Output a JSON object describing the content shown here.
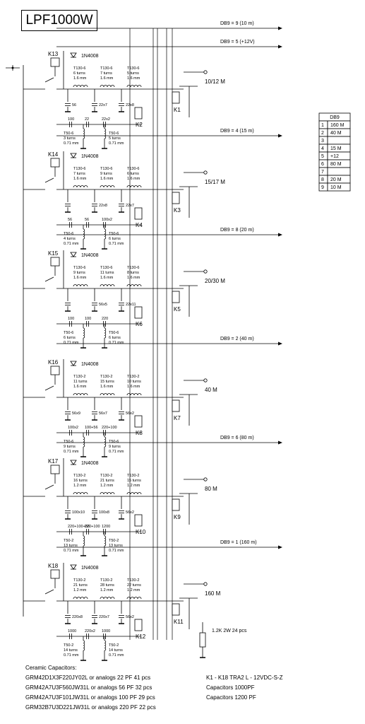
{
  "title": "LPF1000W",
  "diode_label": "1N4008",
  "bands": [
    {
      "relay_in": "K13",
      "db9": "DB9  = 9 (10 m)",
      "db9b": "DB9  = 5 (+12V)",
      "out": "10/12 M",
      "relay_a": "K1",
      "relay_b": "K2",
      "toroids": [
        {
          "t": "T130-6",
          "n": "6 turns",
          "d": "1.6 mm"
        },
        {
          "t": "T130-6",
          "n": "7 turns",
          "d": "1.6 mm"
        },
        {
          "t": "T130-6",
          "n": "5 turns",
          "d": "1.6 mm"
        }
      ],
      "caps_top": [
        "56",
        "22x7",
        "22x8"
      ],
      "caps_bot": [
        "100",
        "22",
        "22x2"
      ],
      "small": [
        {
          "t": "T50-6",
          "n": "3 turns",
          "d": "0.71 mm"
        },
        {
          "t": "T50-6",
          "n": "5 turns",
          "d": "0.71 mm"
        }
      ]
    },
    {
      "relay_in": "K14",
      "db9": "DB9  = 4 (15 m)",
      "out": "15/17 M",
      "relay_a": "K3",
      "relay_b": "K4",
      "toroids": [
        {
          "t": "T130-6",
          "n": "7 turns",
          "d": "1.6 mm"
        },
        {
          "t": "T130-6",
          "n": "9 turns",
          "d": "1.6 mm"
        },
        {
          "t": "T130-6",
          "n": "6 turns",
          "d": "1.6 mm"
        }
      ],
      "caps_top": [
        "",
        "22x8",
        "22x7"
      ],
      "caps_bot": [
        "56",
        "56",
        "100x2"
      ],
      "small": [
        {
          "t": "T50-6",
          "n": "4 turns",
          "d": "0.71 mm"
        },
        {
          "t": "T50-6",
          "n": "6 turns",
          "d": "0.71 mm"
        }
      ]
    },
    {
      "relay_in": "K15",
      "db9": "DB9  = 8 (20 m)",
      "out": "20/30 M",
      "relay_a": "K5",
      "relay_b": "K6",
      "toroids": [
        {
          "t": "T130-6",
          "n": "9 turns",
          "d": "1.6 mm"
        },
        {
          "t": "T130-6",
          "n": "11 turns",
          "d": "1.6 mm"
        },
        {
          "t": "T130-6",
          "n": "8 turns",
          "d": "1.6 mm"
        }
      ],
      "caps_top": [
        "",
        "56x5",
        "22x11"
      ],
      "caps_bot": [
        "100",
        "100",
        "220"
      ],
      "small": [
        {
          "t": "T50-6",
          "n": "6 turns",
          "d": "0.71 mm"
        },
        {
          "t": "T50-6",
          "n": "6 turns",
          "d": "0.71 mm"
        }
      ]
    },
    {
      "relay_in": "K16",
      "db9": "DB9  = 2 (40 m)",
      "out": "40 M",
      "relay_a": "K7",
      "relay_b": "K8",
      "toroids": [
        {
          "t": "T130-2",
          "n": "11 turns",
          "d": "1.6 mm"
        },
        {
          "t": "T130-2",
          "n": "15 turns",
          "d": "1.6 mm"
        },
        {
          "t": "T130-2",
          "n": "10 turns",
          "d": "1.6 mm"
        }
      ],
      "caps_top": [
        "56x9",
        "56x7",
        "56x2"
      ],
      "caps_bot": [
        "100x2",
        "100+56",
        "220+100"
      ],
      "small": [
        {
          "t": "T50-6",
          "n": "9 turns",
          "d": "0.71 mm"
        },
        {
          "t": "T50-6",
          "n": "9 turns",
          "d": "0.71 mm"
        }
      ]
    },
    {
      "relay_in": "K17",
      "db9": "DB9  = 6 (80 m)",
      "out": "80 M",
      "relay_a": "K9",
      "relay_b": "K10",
      "toroids": [
        {
          "t": "T130-2",
          "n": "16 turns",
          "d": "1.2 mm"
        },
        {
          "t": "T130-2",
          "n": "21 turns",
          "d": "1.2 mm"
        },
        {
          "t": "T130-2",
          "n": "15 turns",
          "d": "1.2 mm"
        }
      ],
      "caps_top": [
        "100x10",
        "100x8",
        "56x2"
      ],
      "caps_bot": [
        "220+100+56",
        "220+100",
        "1200"
      ],
      "small": [
        {
          "t": "T50-2",
          "n": "13 turns",
          "d": "0.71 mm"
        },
        {
          "t": "T50-2",
          "n": "13 turns",
          "d": "0.71 mm"
        }
      ]
    },
    {
      "relay_in": "K18",
      "db9": "DB9  = 1 (160 m)",
      "out": "160 M",
      "relay_a": "K11",
      "relay_b": "K12",
      "toroids": [
        {
          "t": "T130-2",
          "n": "21 turns",
          "d": "1.2 mm"
        },
        {
          "t": "T130-2",
          "n": "28 turns",
          "d": "1.2 mm"
        },
        {
          "t": "T130-2",
          "n": "22 turns",
          "d": "1.2 mm"
        }
      ],
      "caps_top": [
        "220x8",
        "220x7",
        "56x2"
      ],
      "caps_bot": [
        "1000",
        "220x2",
        "1000"
      ],
      "small": [
        {
          "t": "T50-2",
          "n": "14 turns",
          "d": "0.71 mm"
        },
        {
          "t": "T50-2",
          "n": "14 turns",
          "d": "0.71 mm"
        }
      ]
    }
  ],
  "db9_table": {
    "header": "DB9",
    "rows": [
      [
        "1",
        "160 M"
      ],
      [
        "2",
        "40 M"
      ],
      [
        "3",
        ""
      ],
      [
        "4",
        "15 M"
      ],
      [
        "5",
        "+12"
      ],
      [
        "6",
        "80 M"
      ],
      [
        "7",
        ""
      ],
      [
        "8",
        "20 M"
      ],
      [
        "9",
        "10 M"
      ]
    ]
  },
  "resistor_label": "1.2K 2W  24 pcs",
  "ceramic_title": "Ceramic Capacitors:",
  "ceramic": [
    "GRM42D1X3F220JY02L  or analogs  22 PF  41 pcs",
    "GRM42A7U3F560JW31L  or analogs  56 PF  32 pcs",
    "GRM42A7U3F101JW31L  or analogs  100 PF  29 pcs",
    "GRM32B7U3D221JW31L  or analogs  220 PF  22 pcs"
  ],
  "right_notes": [
    "K1 - K18 TRA2 L - 12VDC-S-Z",
    "Capacitors 1000PF",
    "Capacitors 1200 PF"
  ]
}
